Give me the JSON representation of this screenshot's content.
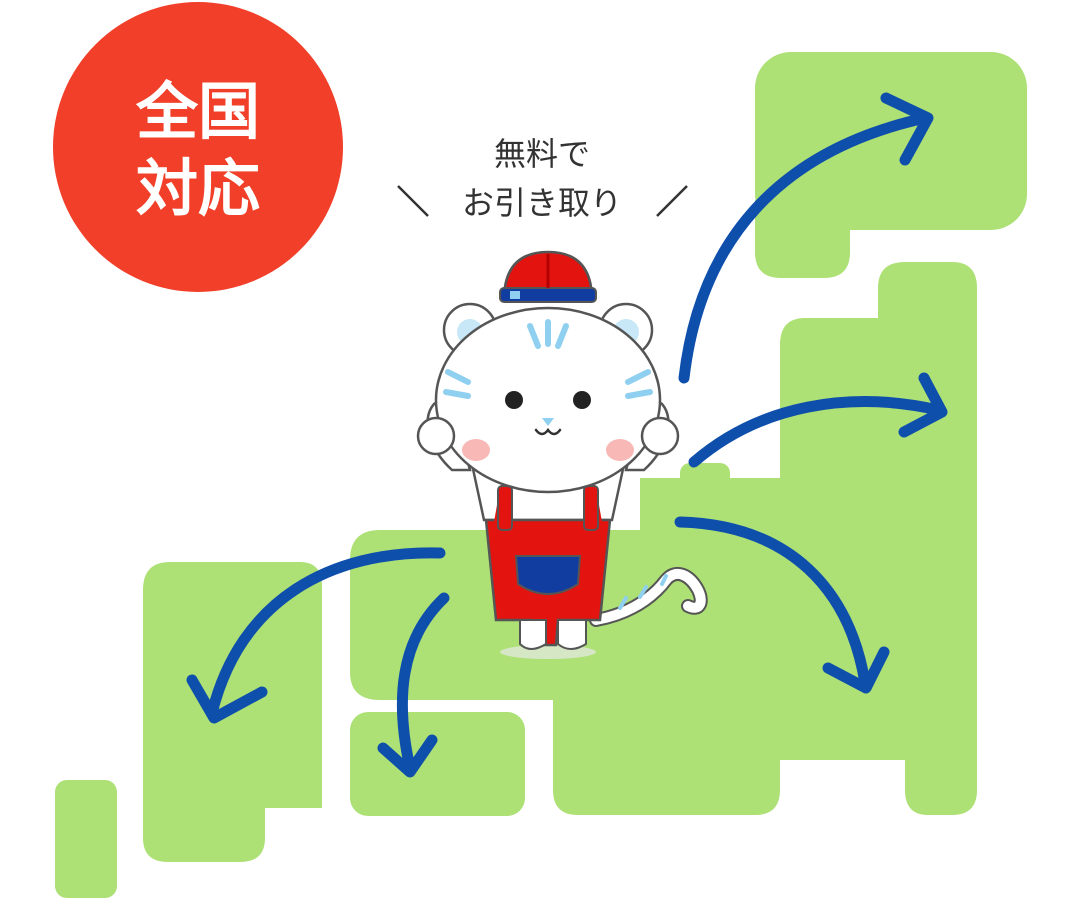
{
  "badge": {
    "line1": "全国",
    "line2": "対応"
  },
  "callout": {
    "line1": "無料で",
    "line2": "お引き取り"
  },
  "colors": {
    "map_green": "#ade075",
    "badge_red": "#f13f29",
    "arrow_blue": "#0f4fac",
    "mascot_red": "#e3130f",
    "pocket_blue": "#123da0",
    "stripe_blue": "#8fd0f0",
    "cheek_pink": "#f8b9b6"
  },
  "icons": {
    "character": "tiger-mascot-icon",
    "arrows": "direction-arrow-icon",
    "map": "japan-map-icon"
  }
}
